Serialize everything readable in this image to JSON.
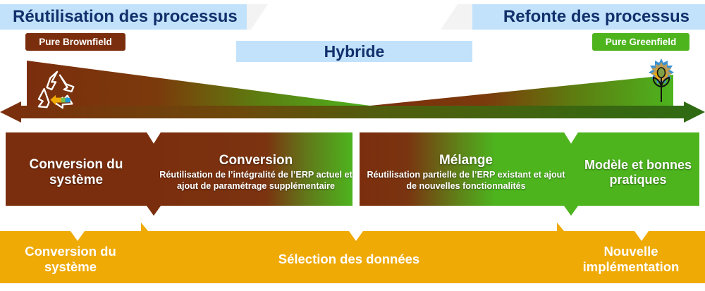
{
  "header": {
    "left_banner": "Réutilisation des processus",
    "right_banner": "Refonte des processus",
    "center_banner": "Hybride",
    "pill_left": "Pure Brownfield",
    "pill_right": "Pure Greenfield"
  },
  "icons": {
    "left": "recycle-icon",
    "right": "flower-icon",
    "arrow_left": "arrow-left-icon",
    "arrow_right": "arrow-right-icon"
  },
  "colors": {
    "brown": "#7B2E0D",
    "green": "#4DB41E",
    "orange": "#EFAA06",
    "banner_blue": "#C2E2FC",
    "navy_text": "#12306B",
    "black": "#000000"
  },
  "approach_segments": [
    {
      "title": "Conversion du système",
      "subtitle": "",
      "fill": "brown"
    },
    {
      "title": "Conversion",
      "subtitle": "Réutilisation de l’intégralité de l’ERP actuel et ajout de paramétrage supplémentaire",
      "fill": "brown-to-green"
    },
    {
      "title": "Mélange",
      "subtitle": "Réutilisation partielle de l’ERP existant et ajout de nouvelles fonctionnalités",
      "fill": "brown-to-green"
    },
    {
      "title": "Modèle et bonnes pratiques",
      "subtitle": "",
      "fill": "green"
    }
  ],
  "data_segments": [
    {
      "label": "Conversion du système"
    },
    {
      "label": "Sélection des données"
    },
    {
      "label": "Nouvelle implémentation"
    }
  ]
}
